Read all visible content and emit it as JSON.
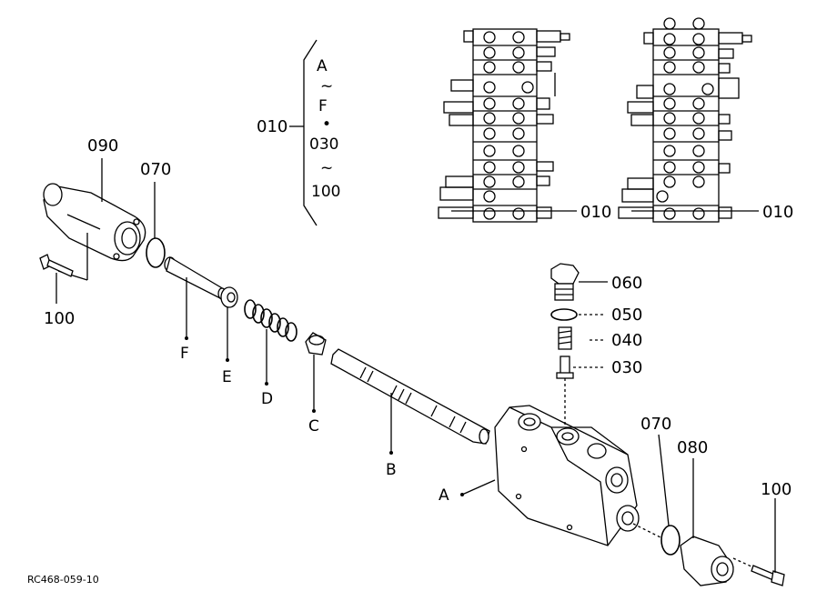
{
  "group_callout": {
    "part_no": "010",
    "range": [
      "A",
      "~",
      "F",
      "•",
      "030",
      "~",
      "100"
    ]
  },
  "assembly_callouts": {
    "left": "010",
    "right": "010"
  },
  "parts": {
    "p090": "090",
    "p070_left": "070",
    "p100_left": "100",
    "pF": "F",
    "pE": "E",
    "pD": "D",
    "pC": "C",
    "pB": "B",
    "pA": "A",
    "p060": "060",
    "p050": "050",
    "p040": "040",
    "p030": "030",
    "p070_right": "070",
    "p080": "080",
    "p100_right": "100"
  },
  "figure_ref": "RC468-059-10"
}
